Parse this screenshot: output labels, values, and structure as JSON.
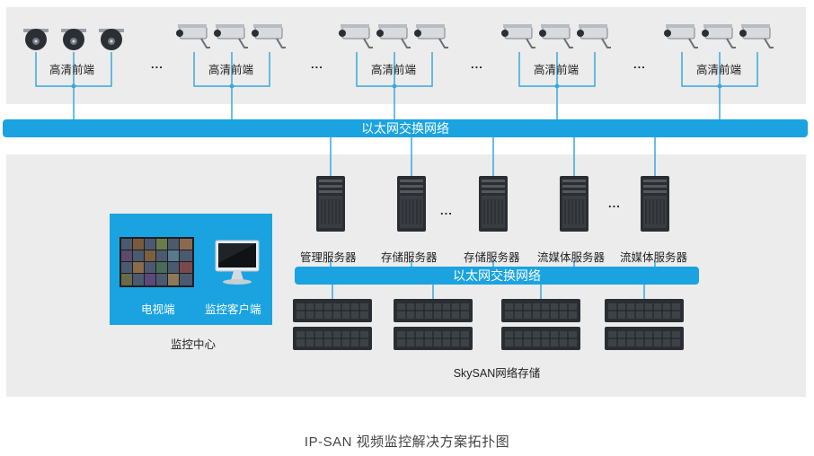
{
  "front_groups": [
    {
      "label": "高清前端",
      "camera": "dome-camera-icon"
    },
    {
      "label": "高清前端",
      "camera": "bullet-camera-icon"
    },
    {
      "label": "高清前端",
      "camera": "bullet-camera-icon"
    },
    {
      "label": "高清前端",
      "camera": "bullet-camera-icon"
    },
    {
      "label": "高清前端",
      "camera": "bullet-camera-icon"
    }
  ],
  "ellipsis": "...",
  "network_top": "以太网交换网络",
  "network_inner": "以太网交换网络",
  "servers": [
    "管理服务器",
    "存储服务器",
    "存储服务器",
    "流媒体服务器",
    "流媒体服务器"
  ],
  "monitor_center": {
    "tv_label": "电视端",
    "client_label": "监控客户端",
    "title": "监控中心"
  },
  "storage_label": "SkySAN网络存储",
  "caption": "IP-SAN 视频监控解决方案拓扑图",
  "colors": {
    "accent": "#1aa3e0",
    "panel": "#ececec",
    "device": "#2a2e33"
  }
}
